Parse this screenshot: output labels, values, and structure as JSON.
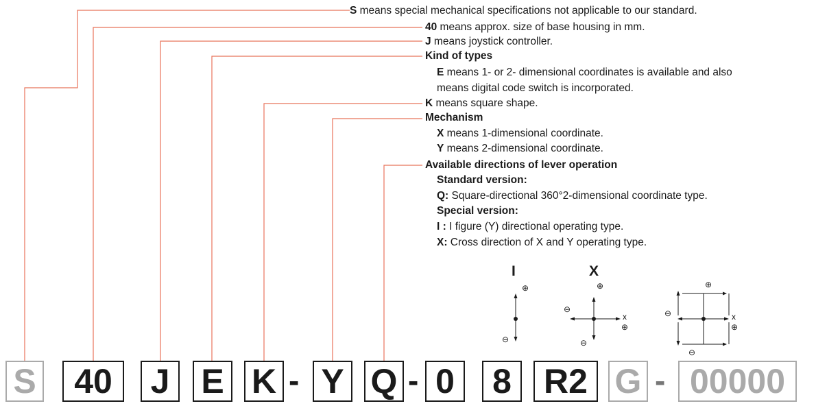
{
  "descriptions": [
    {
      "bold": "S",
      "text": " means special mechanical specifications not applicable to our standard."
    },
    {
      "bold": "40",
      "text": " means approx. size of base housing in mm."
    },
    {
      "bold": "J",
      "text": " means joystick controller."
    },
    {
      "bold": "Kind of types",
      "text": ""
    },
    {
      "bold": "E",
      "text": " means 1- or 2- dimensional coordinates is available and also"
    },
    {
      "bold": "",
      "text": "means digital code switch is incorporated."
    },
    {
      "bold": "K",
      "text": " means square shape."
    },
    {
      "bold": "Mechanism",
      "text": ""
    },
    {
      "bold": "X",
      "text": " means 1-dimensional coordinate."
    },
    {
      "bold": "Y",
      "text": " means 2-dimensional coordinate."
    },
    {
      "bold": "Available directions of lever operation",
      "text": ""
    },
    {
      "bold": "Standard version:",
      "text": ""
    },
    {
      "bold": "Q:",
      "text": " Square-directional 360°2-dimensional coordinate type."
    },
    {
      "bold": "Special version:",
      "text": ""
    },
    {
      "bold": "I :",
      "text": " I figure (Y) directional operating type."
    },
    {
      "bold": "X:",
      "text": " Cross direction of X and Y operating type."
    }
  ],
  "code": {
    "segments": [
      "S",
      "40",
      "J",
      "E",
      "K",
      "-",
      "Y",
      "Q",
      "-",
      "0",
      "8",
      "R2",
      "G",
      "-",
      "00000"
    ]
  },
  "icons": {
    "i_label": "I",
    "x_label": "X",
    "plus": "⊕",
    "minus": "⊖",
    "x_axis": "x"
  },
  "colors": {
    "leader_line": "#e8735a",
    "text": "#1a1a1a",
    "gray_box": "#aaaaaa"
  }
}
